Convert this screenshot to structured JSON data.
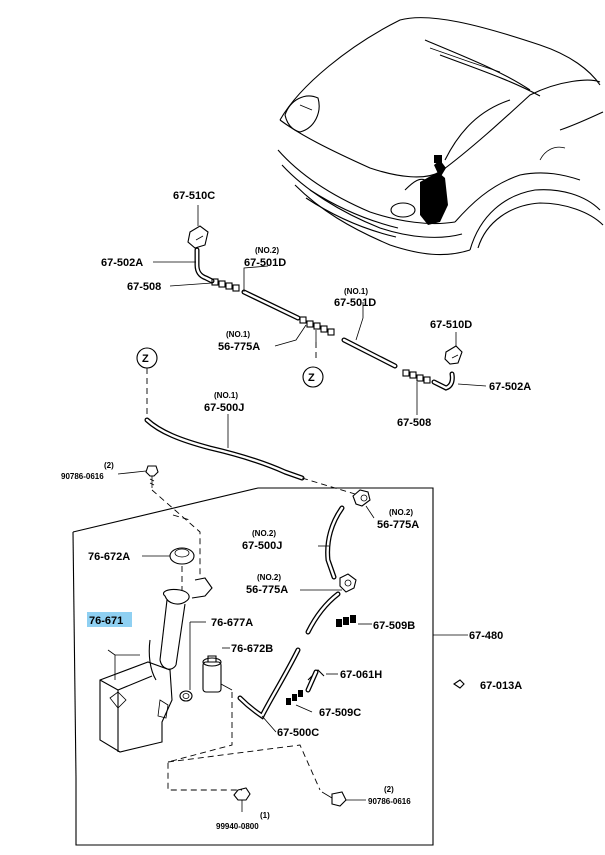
{
  "labels": {
    "p67_510c": "67-510C",
    "p67_502a_left": "67-502A",
    "p67_508_left": "67-508",
    "no2_top": "(NO.2)",
    "p67_501d_left": "67-501D",
    "no1_top": "(NO.1)",
    "p67_501d_right": "67-501D",
    "no1_joint": "(NO.1)",
    "p56_775a_top": "56-775A",
    "p67_510d": "67-510D",
    "p67_502a_right": "67-502A",
    "p67_508_right": "67-508",
    "z_left": "Z",
    "z_mid": "Z",
    "no1_hose": "(NO.1)",
    "p67_500j_top": "67-500J",
    "qty_bolt_top": "(2)",
    "p90786_top": "90786-0616",
    "no2_box_right": "(NO.2)",
    "p56_775a_box_right": "56-775A",
    "p76_672a": "76-672A",
    "no2_box_hose": "(NO.2)",
    "p67_500j_box": "67-500J",
    "no2_box_joint": "(NO.2)",
    "p56_775a_box_joint": "56-775A",
    "p76_671": "76-671",
    "p76_677a": "76-677A",
    "p67_509b": "67-509B",
    "p67_480": "67-480",
    "p76_672b": "76-672B",
    "p67_061h": "67-061H",
    "p67_013a": "67-013A",
    "p67_509c": "67-509C",
    "p67_500c": "67-500C",
    "qty_bolt_bottom": "(2)",
    "p90786_bottom": "90786-0616",
    "qty_nut": "(1)",
    "p99940": "99940-0800"
  },
  "colors": {
    "highlight": "#8fd0f2",
    "ink": "#000000"
  }
}
